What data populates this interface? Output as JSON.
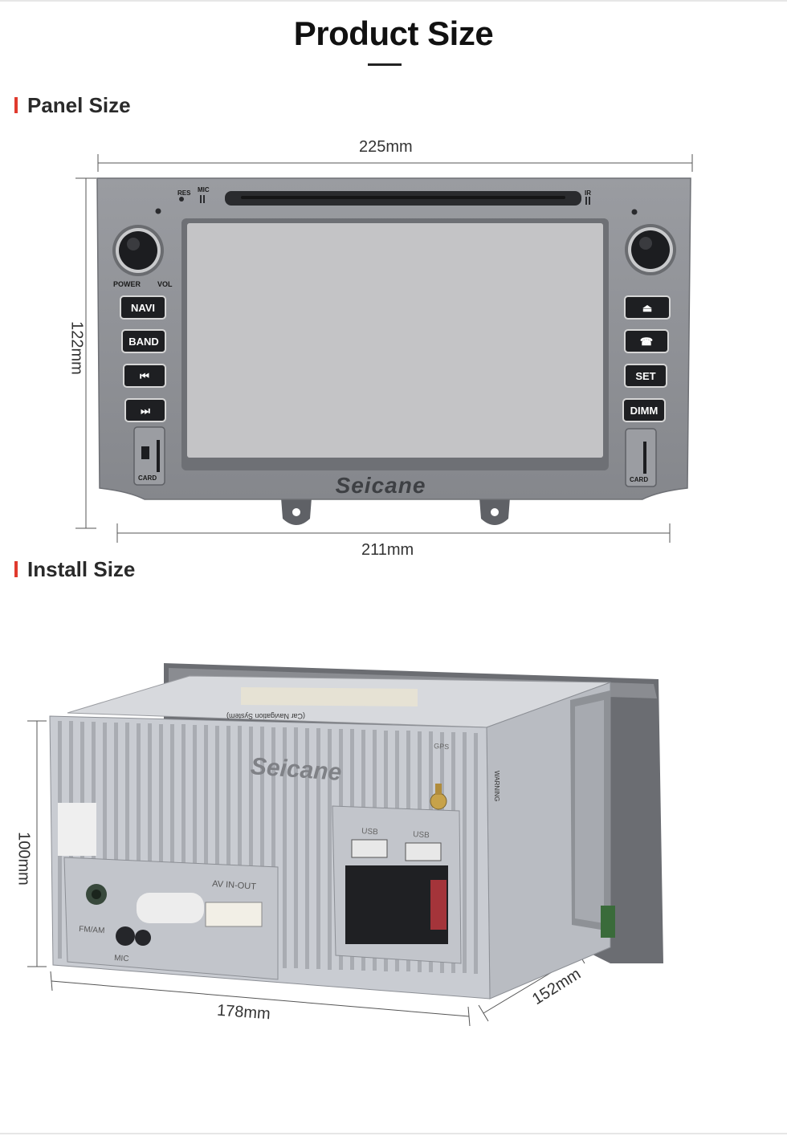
{
  "page": {
    "title": "Product Size"
  },
  "sections": {
    "panel": "Panel Size",
    "install": "Install Size"
  },
  "dimensions": {
    "panel_width": "225mm",
    "panel_height": "122mm",
    "panel_bottom_width": "211mm",
    "install_height": "100mm",
    "install_width": "178mm",
    "install_depth": "152mm"
  },
  "unit_front": {
    "brand": "Seicane",
    "labels": {
      "res": "RES",
      "mic": "MIC",
      "ir": "IR",
      "power": "POWER",
      "vol": "VOL",
      "card_left": "CARD",
      "card_right": "CARD"
    },
    "left_buttons": [
      "NAVI",
      "BAND",
      "⏮",
      "⏭"
    ],
    "right_buttons": [
      "⏏",
      "☎",
      "SET",
      "DIMM"
    ]
  },
  "unit_back": {
    "brand": "Seicane",
    "labels": {
      "av_in_out": "AV IN-OUT",
      "usb1": "USB",
      "usb2": "USB",
      "fm_am": "FM/AM",
      "mic": "MIC",
      "gps": "GPS",
      "nav_system": "(Car Navigation System)",
      "warning": "WARNING"
    }
  },
  "colors": {
    "accent": "#e03a2e",
    "panel": "#8e9096",
    "screen": "#c4c4c6",
    "chassis": "#c9ccd2"
  }
}
